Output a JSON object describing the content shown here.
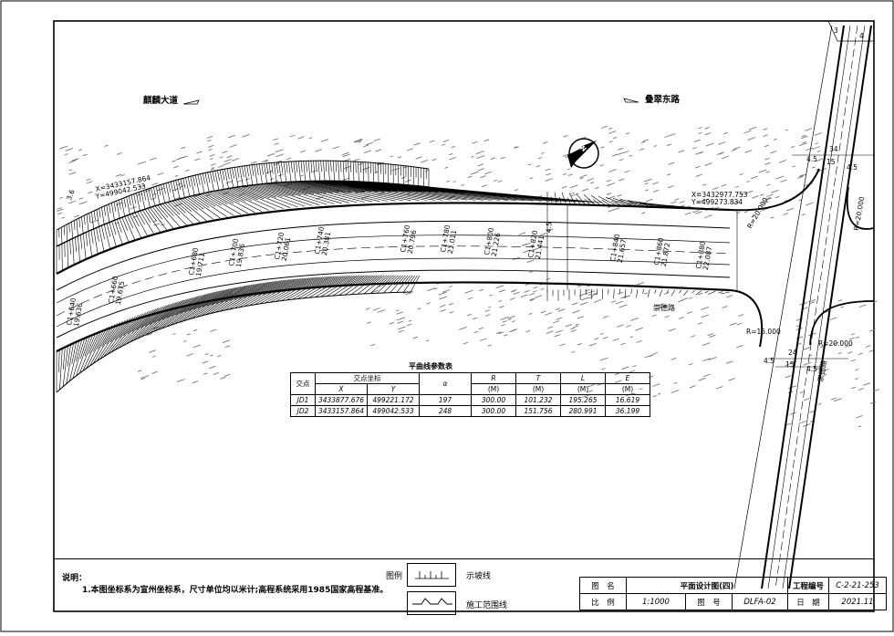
{
  "road_names": {
    "west": "麒麟大道",
    "east": "叠翠东路",
    "south_branch": "崇德路",
    "side": "崇德路"
  },
  "north_arrow_label": "N",
  "points": {
    "left_x": "X=3433157.864",
    "left_y": "Y=499042.533",
    "right_x": "X=3432977.753",
    "right_y": "Y=499273.834"
  },
  "stations": [
    {
      "k": "C1+640",
      "v": "19.636"
    },
    {
      "k": "C1+660",
      "v": "19.675"
    },
    {
      "k": "C1+680",
      "v": "19.711"
    },
    {
      "k": "C1+700",
      "v": "19.836"
    },
    {
      "k": "C1+720",
      "v": "20.061"
    },
    {
      "k": "C1+740",
      "v": "20.381"
    },
    {
      "k": "C1+760",
      "v": "20.796"
    },
    {
      "k": "C1+780",
      "v": "21.011"
    },
    {
      "k": "C1+800",
      "v": "21.226"
    },
    {
      "k": "C1+820",
      "v": "21.441"
    },
    {
      "k": "C1+840",
      "v": "21.657"
    },
    {
      "k": "C1+860",
      "v": "21.872"
    },
    {
      "k": "C1+880",
      "v": "22.087"
    }
  ],
  "radii": {
    "r1": "R=20.000",
    "r2": "R=15.000",
    "r3": "R=20.000",
    "r4": "R=20.000"
  },
  "widths": {
    "w_34": "34",
    "w_15a": "15",
    "w_45a": "4.5",
    "w_45b": "4.5",
    "w_24": "24",
    "w_15b": "15",
    "w_45c": "4.5",
    "w_45d": "4.5",
    "w_4": "4",
    "w_3": "3",
    "w_left": "3.6",
    "w_mid": "4.5"
  },
  "curve_table": {
    "title": "平曲线参数表",
    "headers": [
      "交点",
      "交点坐标",
      "α",
      "R",
      "T",
      "L",
      "E"
    ],
    "subheaders": [
      "X",
      "Y",
      "(M)",
      "(M)",
      "(M)",
      "(M)"
    ],
    "rows": [
      {
        "jd": "JD1",
        "x": "3433877.676",
        "y": "499221.172",
        "a": "197",
        "r": "300.00",
        "t": "101.232",
        "l": "195.265",
        "e": "16.619"
      },
      {
        "jd": "JD2",
        "x": "3433157.864",
        "y": "499042.533",
        "a": "248",
        "r": "300.00",
        "t": "151.756",
        "l": "280.991",
        "e": "36.199"
      }
    ]
  },
  "notes": {
    "title": "说明：",
    "line1": "1.本图坐标系为宣州坐标系，尺寸单位均以米计;高程系统采用1985国家高程基准。"
  },
  "legend": {
    "title": "图例",
    "item1": "示坡线",
    "item2": "施工范围线"
  },
  "title_block": {
    "name_label": "图　名",
    "name": "平面设计图(四)",
    "project_no_label": "工程编号",
    "project_no": "C-2-21-253",
    "scale_label": "比　例",
    "scale": "1:1000",
    "drawing_no_label": "图　号",
    "drawing_no": "DLFA-02",
    "date_label": "日　期",
    "date": "2021.11"
  }
}
